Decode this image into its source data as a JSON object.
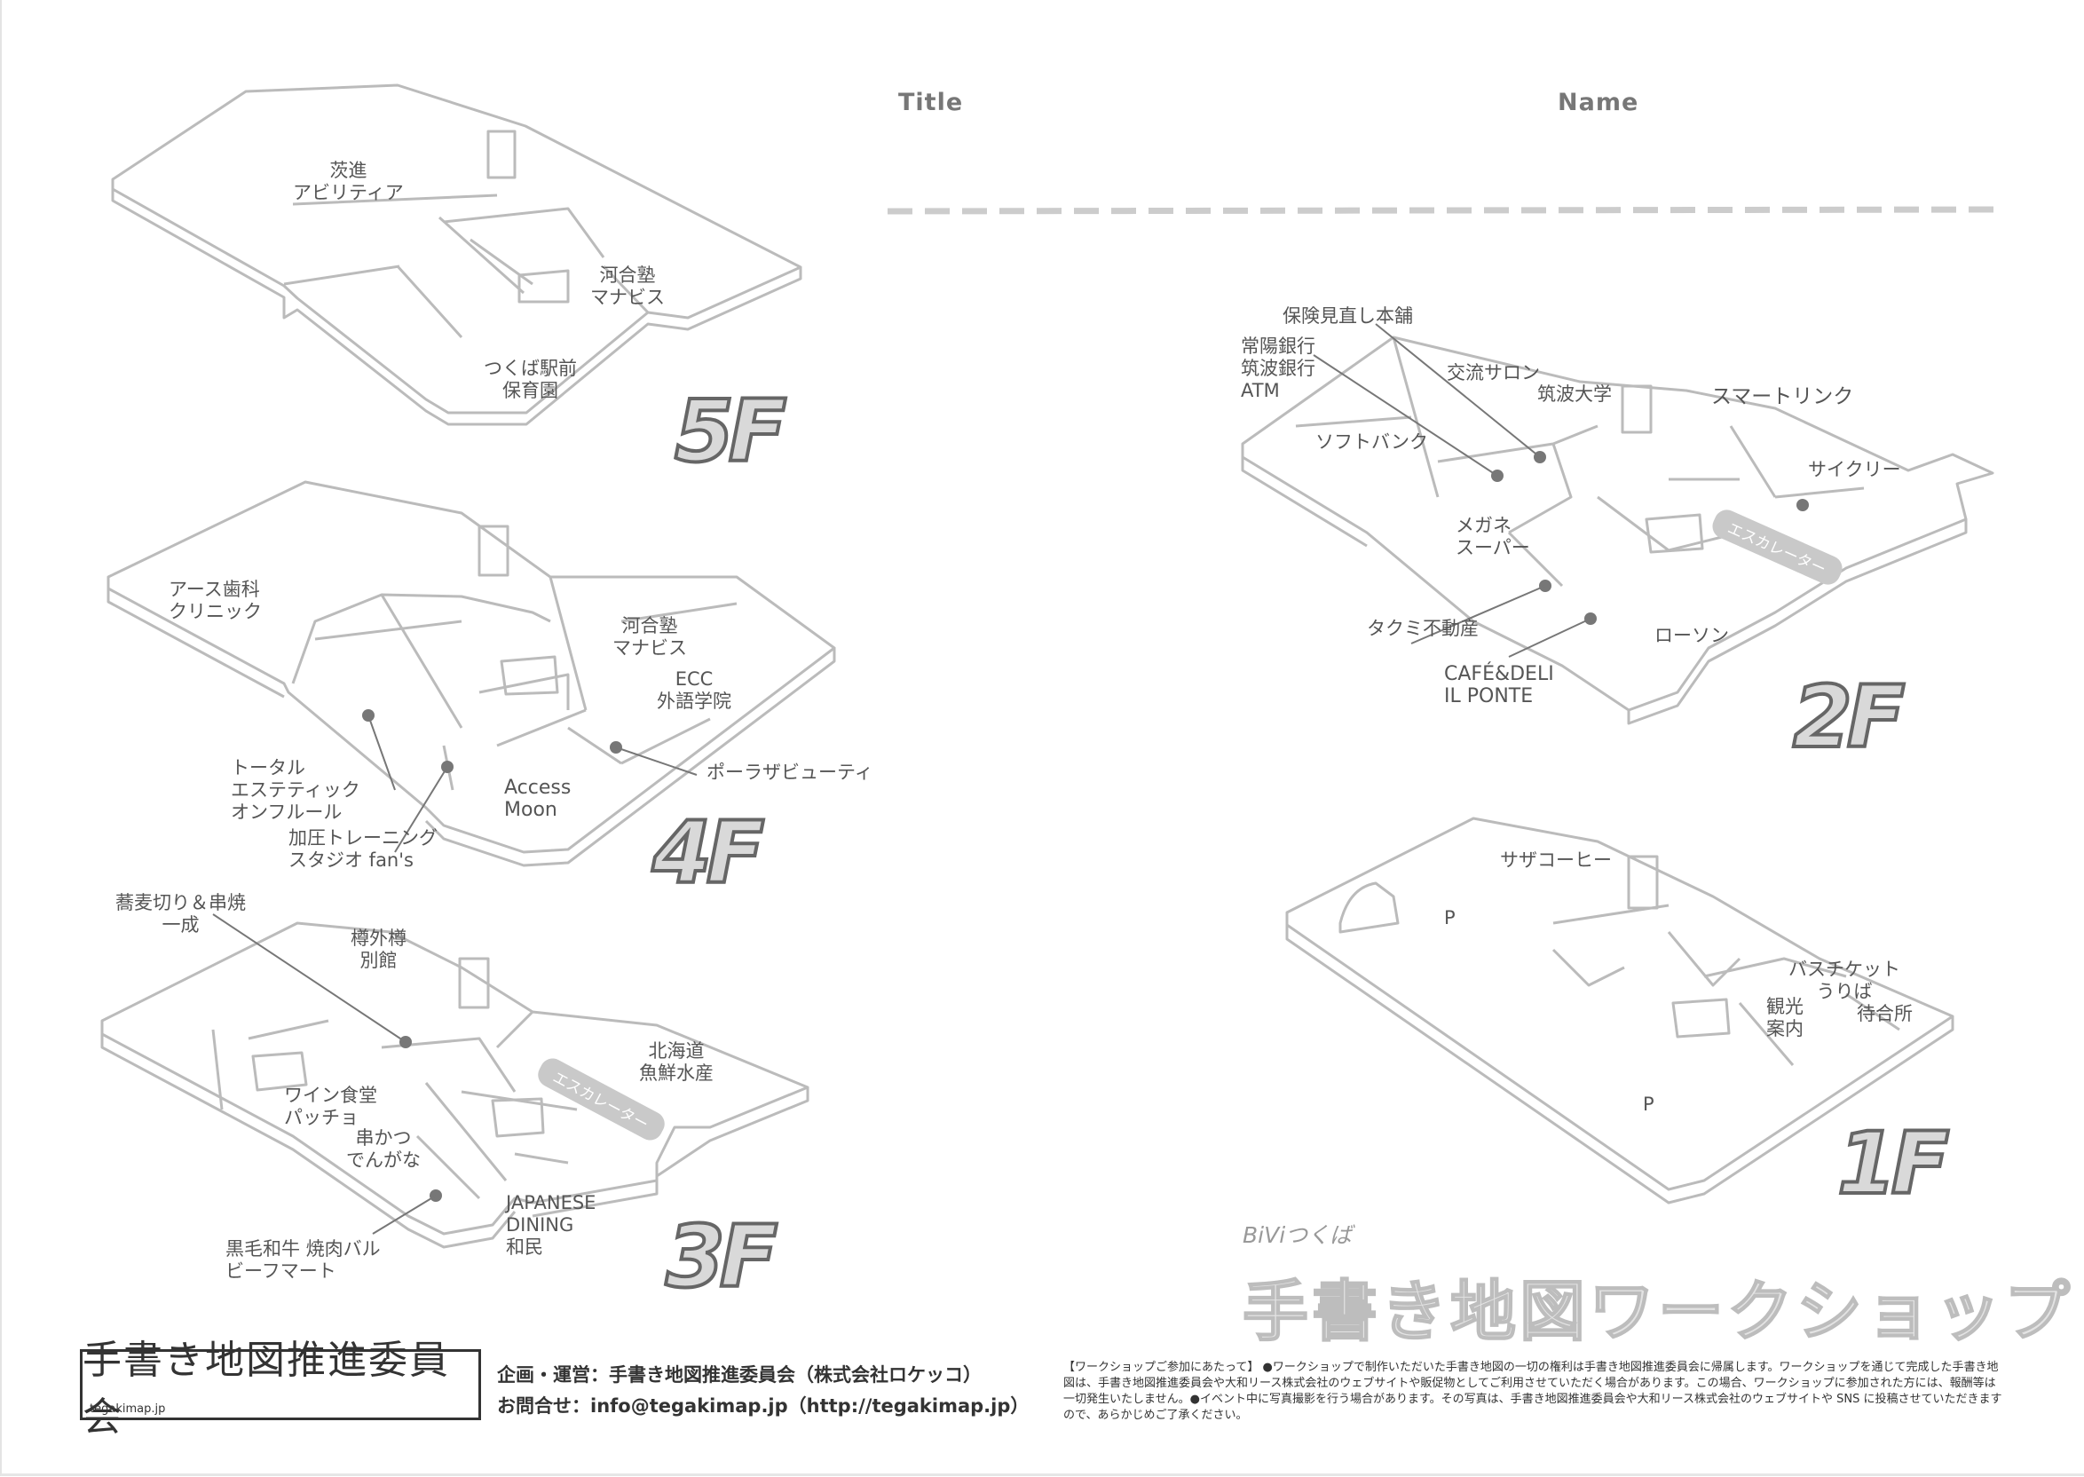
{
  "header": {
    "title_label": "Title",
    "name_label": "Name"
  },
  "floors": {
    "f5": {
      "badge": "5F",
      "shops": [
        "茨進\nアビリティア",
        "河合塾\nマナビス",
        "つくば駅前\n保育園"
      ]
    },
    "f4": {
      "badge": "4F",
      "shops": [
        "アース歯科\nクリニック",
        "河合塾\nマナビス",
        "ECC\n外語学院",
        "トータル\nエステティック\nオンフルール",
        "Access\nMoon",
        "ポーラザビューティ",
        "加圧トレーニング\nスタジオ fan's"
      ]
    },
    "f3": {
      "badge": "3F",
      "escalator": "エスカレーター",
      "shops": [
        "蕎麦切り＆串焼\n一成",
        "樽外樽\n別館",
        "北海道\n魚鮮水産",
        "ワイン食堂\nパッチョ",
        "串かつ\nでんがな",
        "JAPANESE\nDINING\n和民",
        "黒毛和牛 焼肉バル\nビーフマート"
      ]
    },
    "f2": {
      "badge": "2F",
      "escalator": "エスカレーター",
      "shops": [
        "保険見直し本舗",
        "常陽銀行\n筑波銀行\nATM",
        "交流サロン",
        "筑波大学",
        "スマートリンク",
        "ソフトバンク",
        "サイクリー",
        "メガネ\nスーパー",
        "タクミ不動産",
        "ローソン",
        "CAFÉ&DELI\nIL PONTE"
      ]
    },
    "f1": {
      "badge": "1F",
      "shops": [
        "サザコーヒー",
        "P",
        "バスチケット\nうりば",
        "観光\n案内",
        "待合所",
        "P"
      ]
    }
  },
  "workshop": {
    "subtitle": "BiViつくば",
    "title": "手書き地図ワークショップ"
  },
  "footer": {
    "logo_text": "手書き地図推進委員会",
    "logo_url": "tegakimap.jp",
    "organizer": "企画・運営：手書き地図推進委員会（株式会社ロケッコ）",
    "contact": "お問合せ：info@tegakimap.jp（http://tegakimap.jp）",
    "notice": "【ワークショップご参加にあたって】 ●ワークショップで制作いただいた手書き地図の一切の権利は手書き地図推進委員会に帰属します。ワークショップを通じて完成した手書き地図は、手書き地図推進委員会や大和リース株式会社のウェブサイトや販促物としてご利用させていただく場合があります。この場合、ワークショップに参加された方には、報酬等は一切発生いたしません。●イベント中に写真撮影を行う場合があります。その写真は、手書き地図推進委員会や大和リース株式会社のウェブサイトや SNS に投稿させていただきますので、あらかじめご了承ください。"
  }
}
